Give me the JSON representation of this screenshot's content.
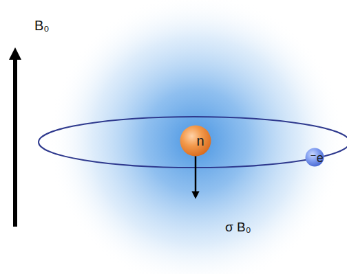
{
  "diagram": {
    "nodes": [
      {
        "text": [
          "n"
        ]
      },
      {
        "text": [
          "⁻e"
        ]
      }
    ],
    "labels": [
      "B₀",
      "σ B₀"
    ]
  }
}
